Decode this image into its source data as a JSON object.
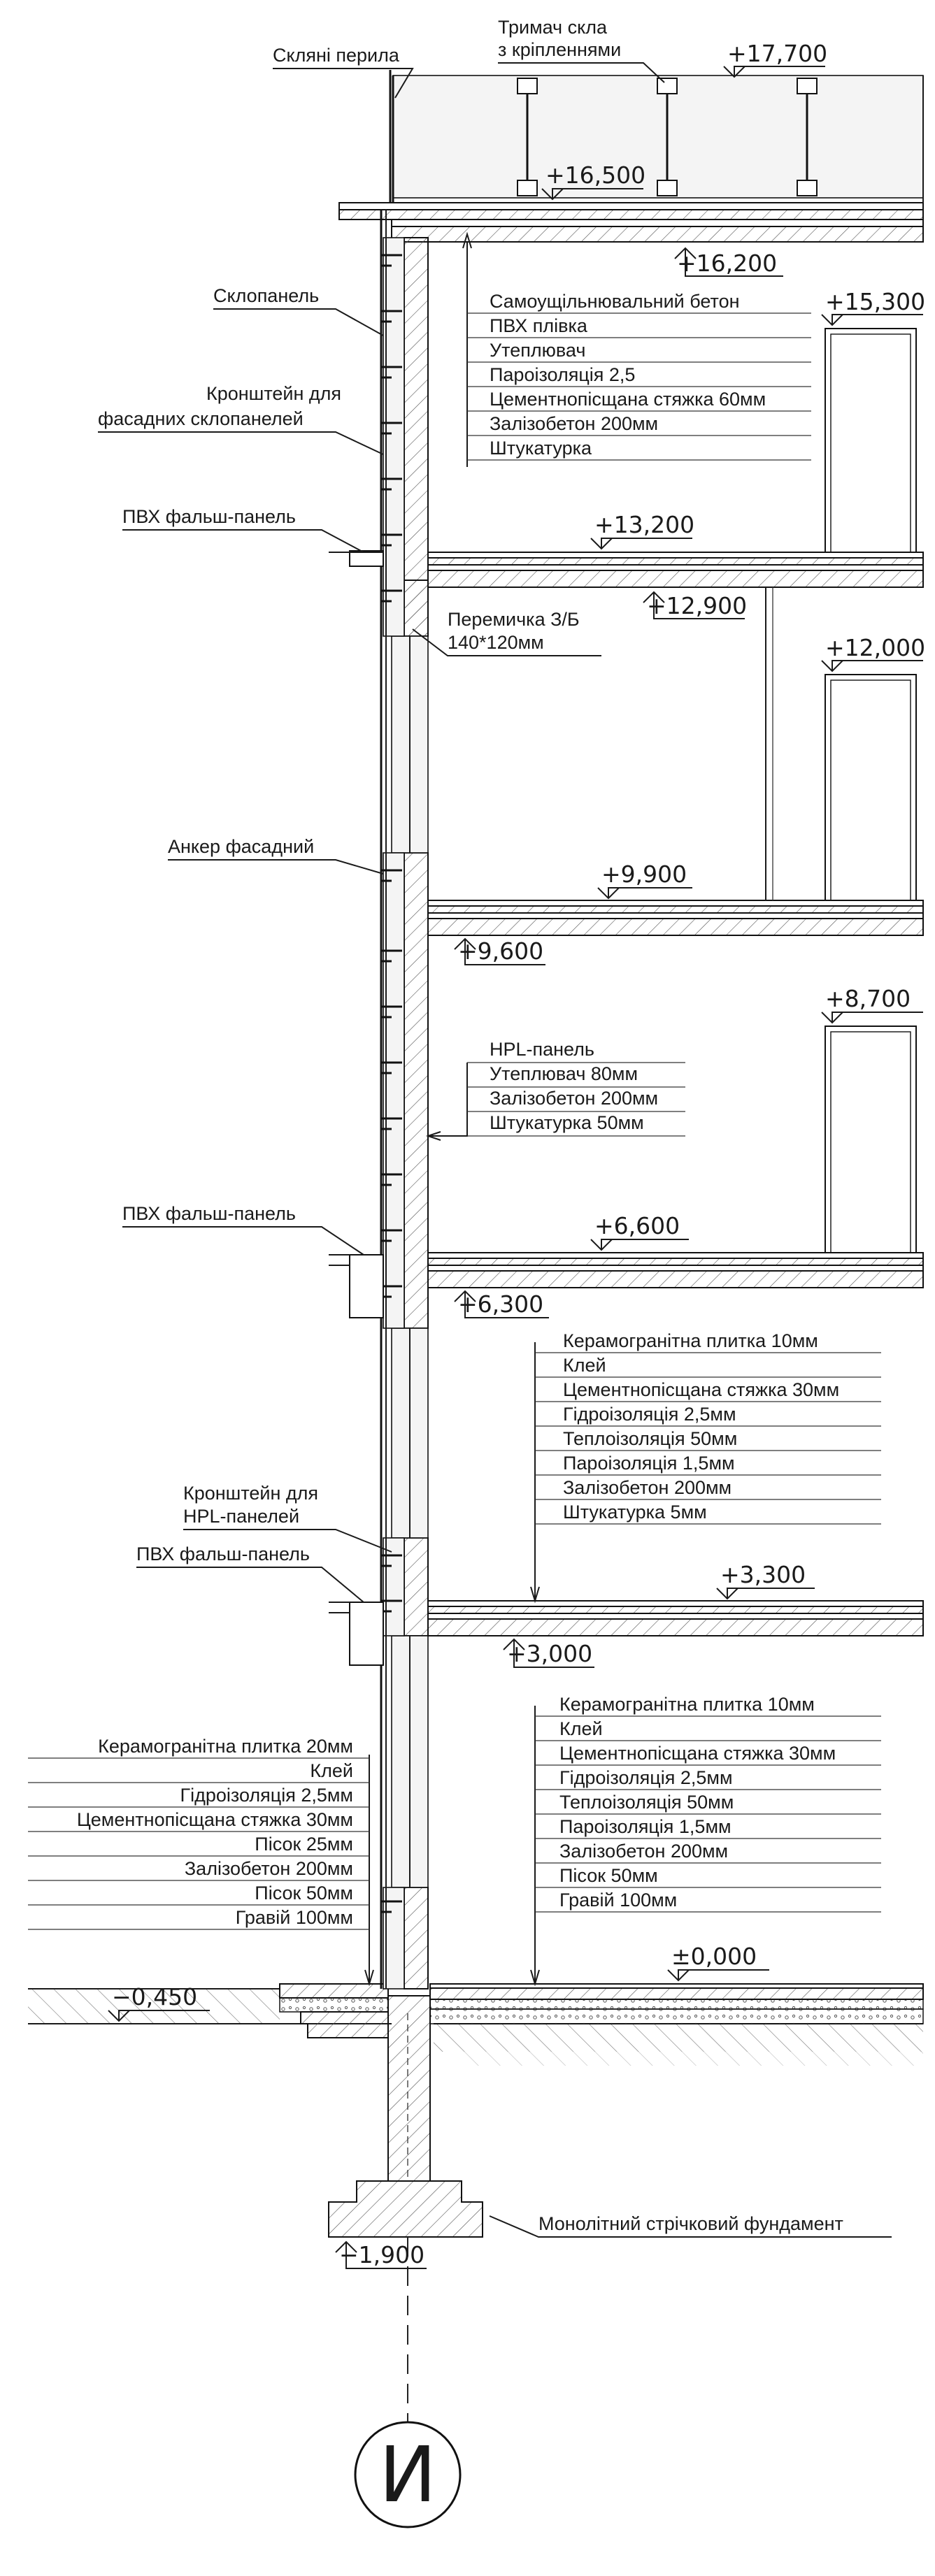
{
  "labels": {
    "glass_railing": "Скляні перила",
    "glass_holder_1": "Тримач скла",
    "glass_holder_2": "з кріпленнями",
    "glass_panel": "Склопанель",
    "bracket_glass_1": "Кронштейн для",
    "bracket_glass_2": "фасадних склопанелей",
    "pvc_panel": "ПВХ фальш-панель",
    "lintel_1": "Перемичка З/Б",
    "lintel_2": "140*120мм",
    "anchor": "Анкер фасадний",
    "bracket_hpl_1": "Кронштейн для",
    "bracket_hpl_2": "HPL-панелей",
    "foundation": "Монолітний стрічковий фундамент",
    "section_mark": "И"
  },
  "elevations": {
    "e17700": "+17,700",
    "e16500": "+16,500",
    "e16200": "+16,200",
    "e15300": "+15,300",
    "e13200": "+13,200",
    "e12900": "+12,900",
    "e12000": "+12,000",
    "e9900": "+9,900",
    "e9600": "+9,600",
    "e8700": "+8,700",
    "e6600": "+6,600",
    "e6300": "+6,300",
    "e3300": "+3,300",
    "e3000": "+3,000",
    "e0000": "±0,000",
    "em0450": "−0,450",
    "em1900": "−1,900"
  },
  "stacks": {
    "roof": [
      "Самоущільнювальний бетон",
      "ПВХ плівка",
      "Утеплювач",
      "Пароізоляція 2,5",
      "Цементнопісщана стяжка 60мм",
      "Залізобетон 200мм",
      "Штукатурка"
    ],
    "wall_hpl": [
      "HPL-панель",
      "Утеплювач 80мм",
      "Залізобетон 200мм",
      "Штукатурка 50мм"
    ],
    "floor_upper": [
      "Керамогранітна плитка 10мм",
      "Клей",
      "Цементнопісщана стяжка 30мм",
      "Гідроізоляція 2,5мм",
      "Теплоізоляція 50мм",
      "Пароізоляція 1,5мм",
      "Залізобетон 200мм",
      "Штукатурка 5мм"
    ],
    "floor_ground": [
      "Керамогранітна плитка 10мм",
      "Клей",
      "Цементнопісщана стяжка 30мм",
      "Гідроізоляція 2,5мм",
      "Теплоізоляція 50мм",
      "Пароізоляція 1,5мм",
      "Залізобетон 200мм",
      "Пісок 50мм",
      "Гравій 100мм"
    ],
    "porch": [
      "Керамогранітна плитка 20мм",
      "Клей",
      "Гідроізоляція 2,5мм",
      "Цементнопісщана стяжка 30мм",
      "Пісок 25мм",
      "Залізобетон 200мм",
      "Пісок 50мм",
      "Гравій 100мм"
    ]
  }
}
